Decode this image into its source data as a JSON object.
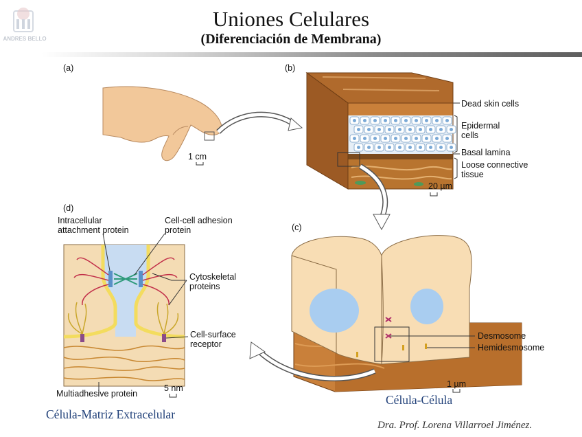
{
  "header": {
    "title": "Uniones Celulares",
    "subtitle": "(Diferenciación de Membrana)",
    "logo_text": "ANDRES BELLO"
  },
  "panel_a": {
    "letter": "(a)",
    "scale": "1 cm"
  },
  "panel_b": {
    "letter": "(b)",
    "labels": {
      "dead_skin": "Dead skin cells",
      "epidermal_1": "Epidermal",
      "epidermal_2": "cells",
      "basal_lamina": "Basal lamina",
      "loose_1": "Loose connective",
      "loose_2": "tissue"
    },
    "scale": "20 µm"
  },
  "panel_c": {
    "letter": "(c)",
    "labels": {
      "desmosome": "Desmosome",
      "hemidesmosome": "Hemidesmosome"
    },
    "scale": "1 µm"
  },
  "panel_d": {
    "letter": "(d)",
    "labels": {
      "intracellular_1": "Intracellular",
      "intracellular_2": "attachment protein",
      "adhesion_1": "Cell-cell adhesion",
      "adhesion_2": "protein",
      "cytoskeletal_1": "Cytoskeletal",
      "cytoskeletal_2": "proteins",
      "receptor_1": "Cell-surface",
      "receptor_2": "receptor",
      "multiadhesive": "Multiadhesive protein"
    },
    "scale": "5 nm"
  },
  "captions": {
    "cell_cell": "Célula-Célula",
    "cell_matrix": "Célula-Matriz Extracelular",
    "signature": "Dra. Prof. Lorena Villarroel Jiménez."
  },
  "colors": {
    "skin": "#f2c89a",
    "tissue": "#c9803a",
    "cell_fill": "#f8ddb4",
    "nucleus": "#a9cdf0",
    "caption": "#1f3f78",
    "membrane": "#f3dc5e",
    "fiber": "#c7862f"
  }
}
